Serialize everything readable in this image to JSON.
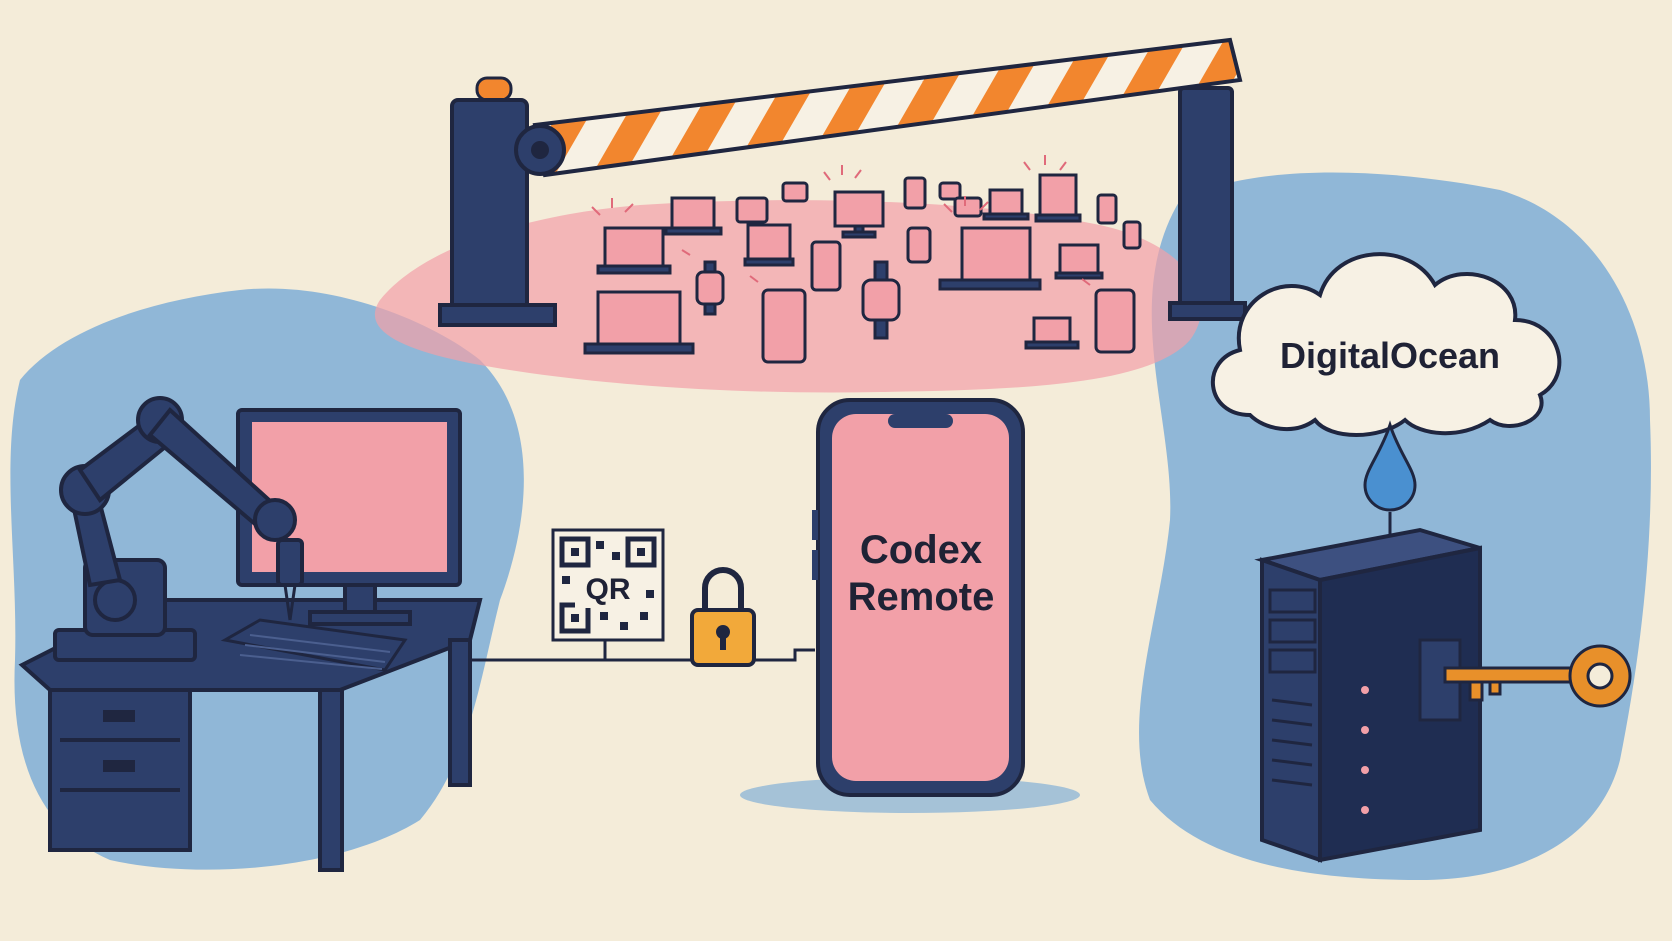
{
  "phone": {
    "line1": "Codex",
    "line2": "Remote"
  },
  "qr": {
    "label": "QR"
  },
  "cloud": {
    "label": "DigitalOcean"
  },
  "colors": {
    "paper": "#f4ecd9",
    "navy": "#2d3f6b",
    "navy_dark": "#1f2640",
    "pink": "#f2a0a8",
    "blue_wash": "#6fa6d6",
    "orange": "#f2862e",
    "key_orange": "#e8902a"
  }
}
